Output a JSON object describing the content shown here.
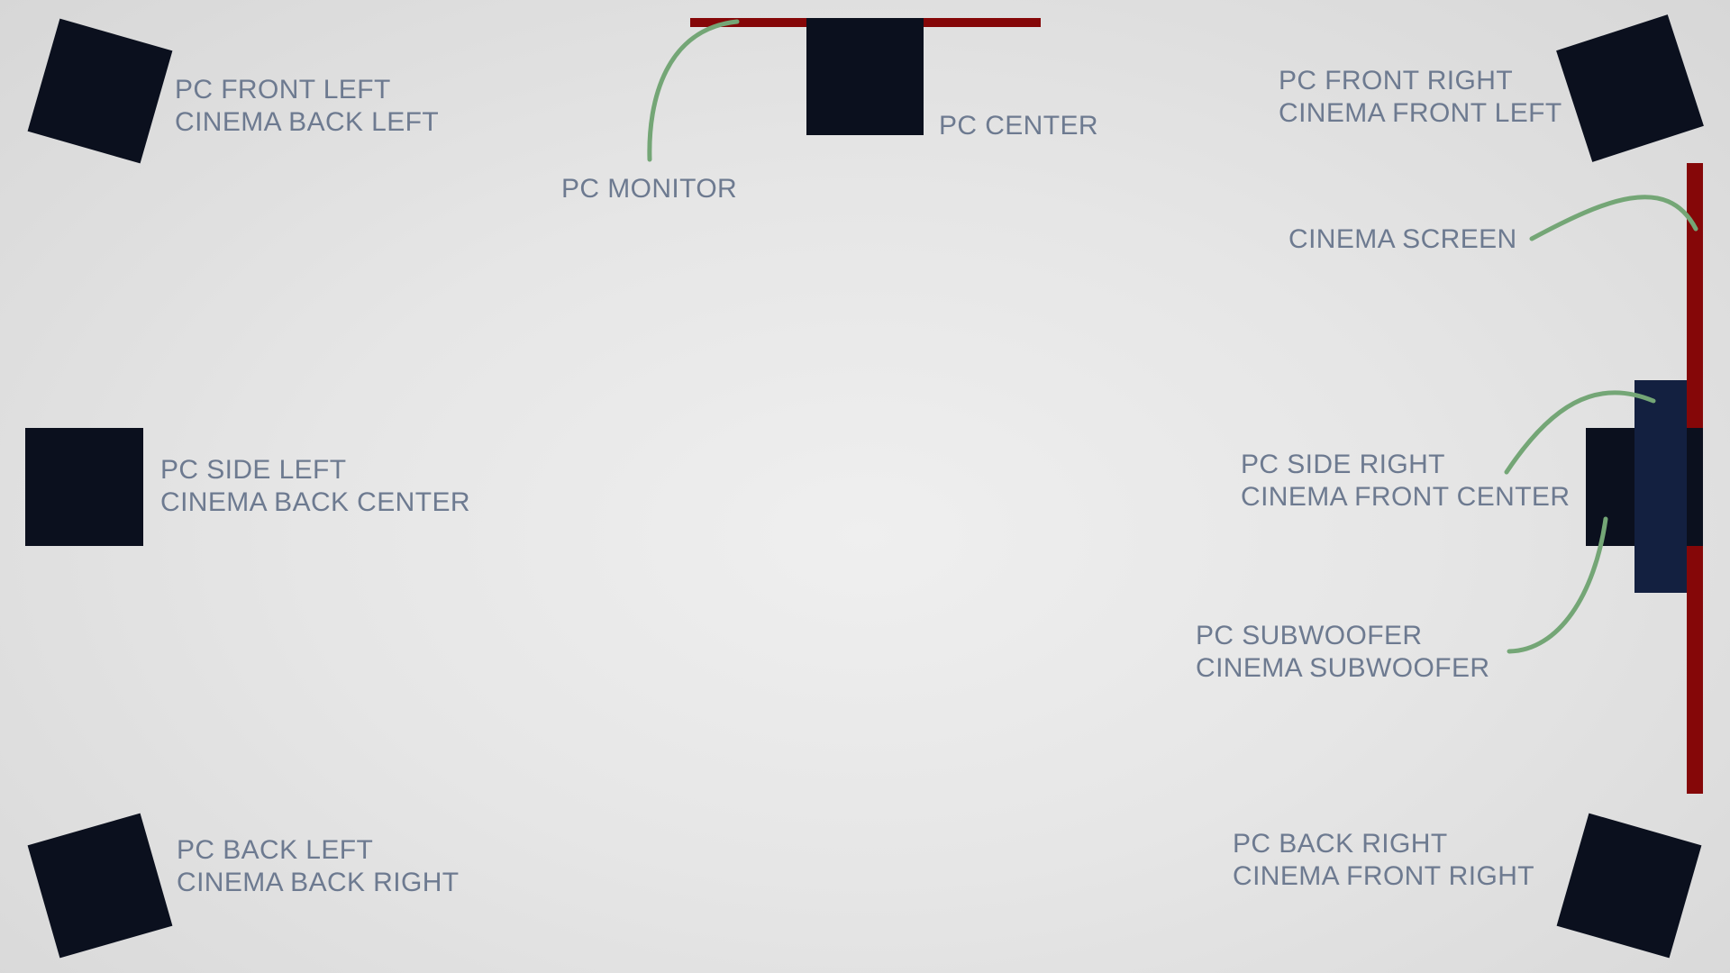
{
  "colors": {
    "speaker": "#0b101e",
    "subwoofer": "#132040",
    "screen": "#850708",
    "leader_line": "#74a676",
    "label": "#6d7a90"
  },
  "monitor_label": "PC MONITOR",
  "center_label": "PC CENTER",
  "front_left": {
    "line1": "PC FRONT LEFT",
    "line2": "CINEMA BACK LEFT"
  },
  "front_right": {
    "line1": "PC FRONT RIGHT",
    "line2": "CINEMA FRONT LEFT"
  },
  "screen_label": "CINEMA SCREEN",
  "side_left": {
    "line1": "PC SIDE LEFT",
    "line2": "CINEMA BACK CENTER"
  },
  "side_right": {
    "line1": "PC SIDE RIGHT",
    "line2": "CINEMA FRONT CENTER"
  },
  "subwoofer": {
    "line1": "PC SUBWOOFER",
    "line2": "CINEMA SUBWOOFER"
  },
  "back_left": {
    "line1": "PC BACK LEFT",
    "line2": "CINEMA BACK RIGHT"
  },
  "back_right": {
    "line1": "PC BACK RIGHT",
    "line2": "CINEMA FRONT RIGHT"
  }
}
